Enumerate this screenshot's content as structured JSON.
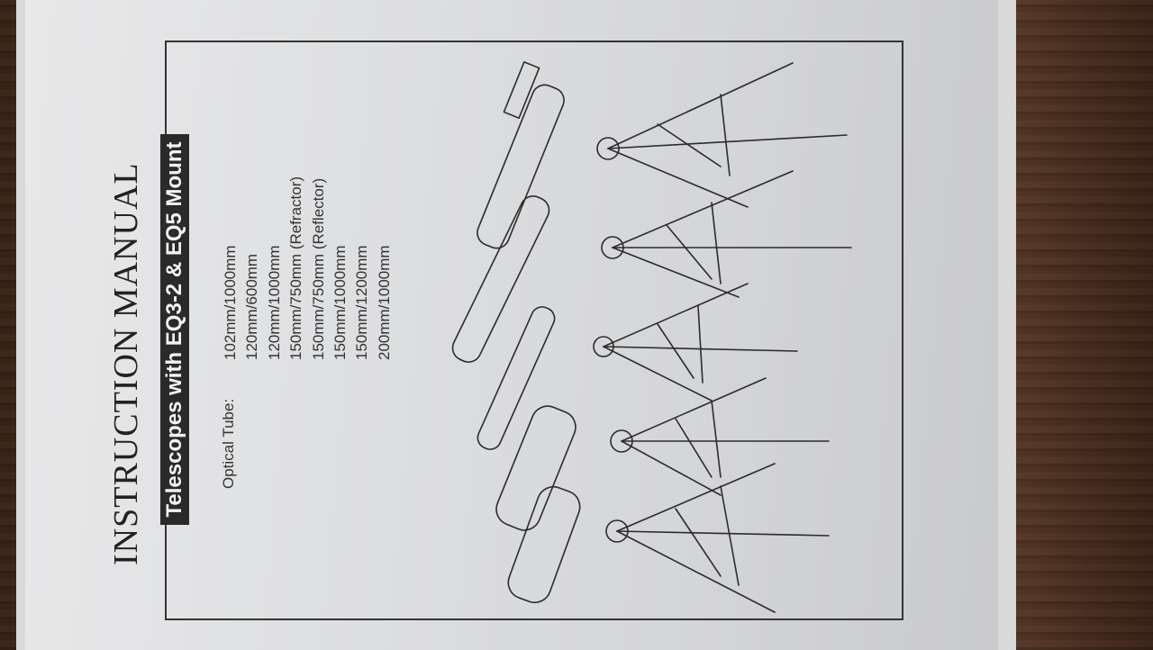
{
  "manual": {
    "title": "INSTRUCTION MANUAL",
    "subtitle": "Telescopes with EQ3-2 & EQ5 Mount",
    "optical_tube_label": "Optical Tube:",
    "optical_tubes": [
      "102mm/1000mm",
      "120mm/600mm",
      "120mm/1000mm",
      "150mm/750mm (Refractor)",
      "150mm/750mm (Reflector)",
      "150mm/1000mm",
      "150mm/1200mm",
      "200mm/1000mm"
    ]
  },
  "illustration": {
    "subject": "five telescopes on equatorial mounts with tripods",
    "line_color": "#2b2b2b"
  }
}
